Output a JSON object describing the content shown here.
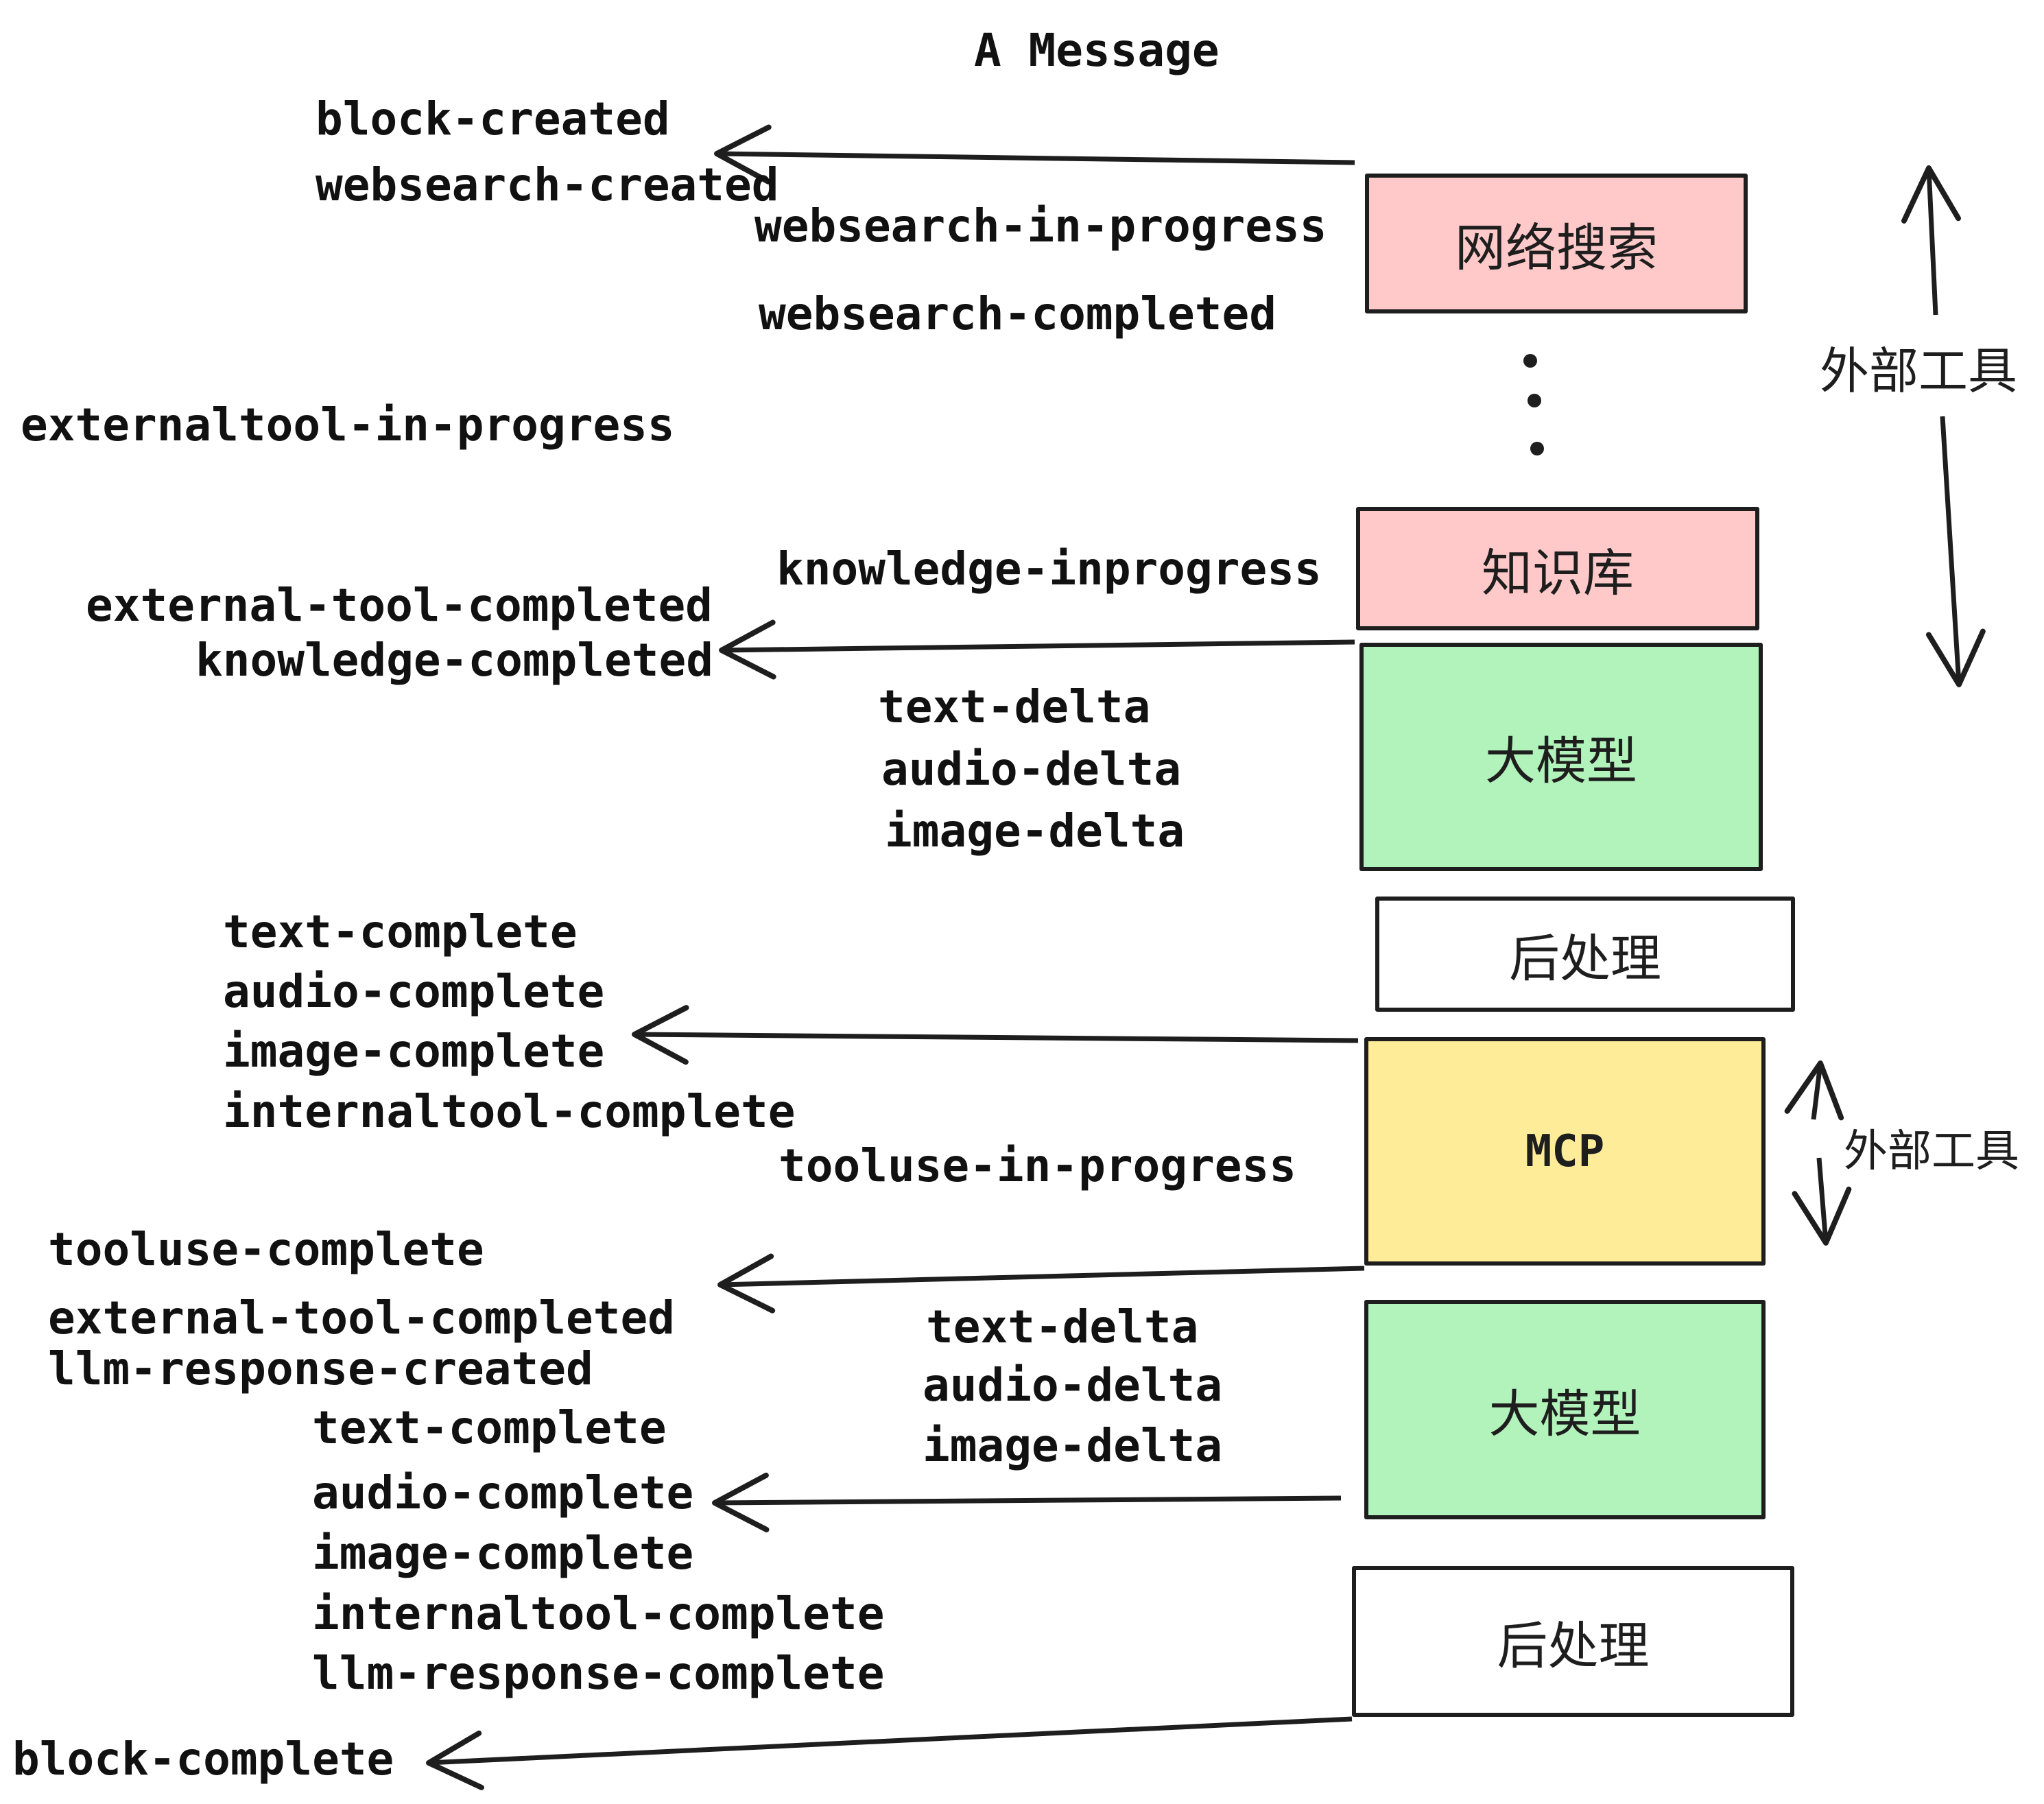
{
  "title": "A Message",
  "colors": {
    "pink": "#ffc9c9",
    "green": "#b2f2bb",
    "yellow": "#ffec99",
    "white": "#ffffff",
    "ink": "#1e1e1e"
  },
  "boxes": [
    {
      "label": "网络搜索",
      "color": "pink"
    },
    {
      "label": "知识库",
      "color": "pink"
    },
    {
      "label": "大模型",
      "color": "green"
    },
    {
      "label": "后处理",
      "color": "white"
    },
    {
      "label": "MCP",
      "color": "yellow"
    },
    {
      "label": "大模型",
      "color": "green"
    },
    {
      "label": "后处理",
      "color": "white"
    }
  ],
  "side_labels": [
    {
      "text": "外部工具"
    },
    {
      "text": "外部工具"
    }
  ],
  "events": [
    {
      "label": "block-created"
    },
    {
      "label": "websearch-created"
    },
    {
      "label": "websearch-in-progress"
    },
    {
      "label": "websearch-completed"
    },
    {
      "label": "externaltool-in-progress"
    },
    {
      "label": "knowledge-inprogress"
    },
    {
      "label": "external-tool-completed"
    },
    {
      "label": "knowledge-completed"
    },
    {
      "label": "text-delta"
    },
    {
      "label": "audio-delta"
    },
    {
      "label": "image-delta"
    },
    {
      "label": "text-complete"
    },
    {
      "label": "audio-complete"
    },
    {
      "label": "image-complete"
    },
    {
      "label": "internaltool-complete"
    },
    {
      "label": "tooluse-in-progress"
    },
    {
      "label": "tooluse-complete"
    },
    {
      "label": "external-tool-completed"
    },
    {
      "label": "llm-response-created"
    },
    {
      "label": "text-complete"
    },
    {
      "label": "audio-complete"
    },
    {
      "label": "image-complete"
    },
    {
      "label": "internaltool-complete"
    },
    {
      "label": "llm-response-complete"
    },
    {
      "label": "block-complete"
    }
  ]
}
